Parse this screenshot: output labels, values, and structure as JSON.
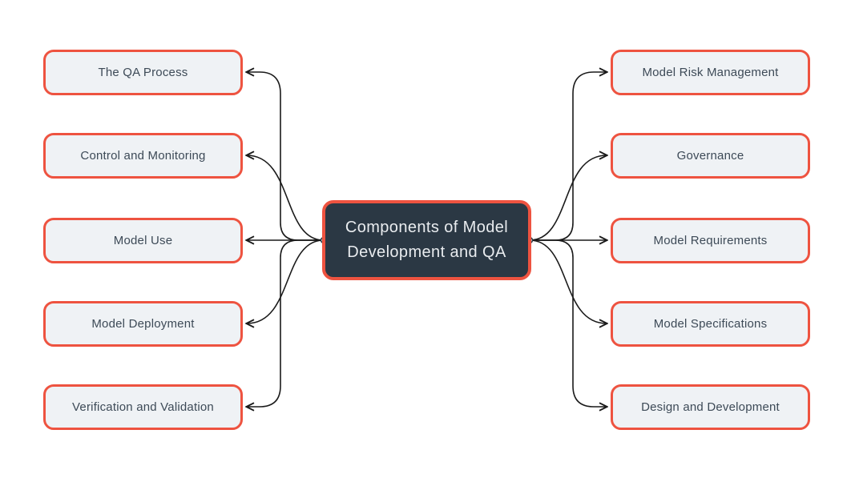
{
  "diagram": {
    "central": {
      "label": "Components of Model Development and QA"
    },
    "left_nodes": [
      {
        "label": "The QA Process"
      },
      {
        "label": "Control and Monitoring"
      },
      {
        "label": "Model Use"
      },
      {
        "label": "Model Deployment"
      },
      {
        "label": "Verification and Validation"
      }
    ],
    "right_nodes": [
      {
        "label": "Model Risk Management"
      },
      {
        "label": "Governance"
      },
      {
        "label": "Model Requirements"
      },
      {
        "label": "Model Specifications"
      },
      {
        "label": "Design and Development"
      }
    ]
  },
  "colors": {
    "accent_border": "#EE5340",
    "center_fill": "#2B3844",
    "center_text": "#E9ECEF",
    "node_fill": "#EFF2F5",
    "node_text": "#3D4A57",
    "connector": "#1A1A1A",
    "background": "#FFFFFF"
  }
}
